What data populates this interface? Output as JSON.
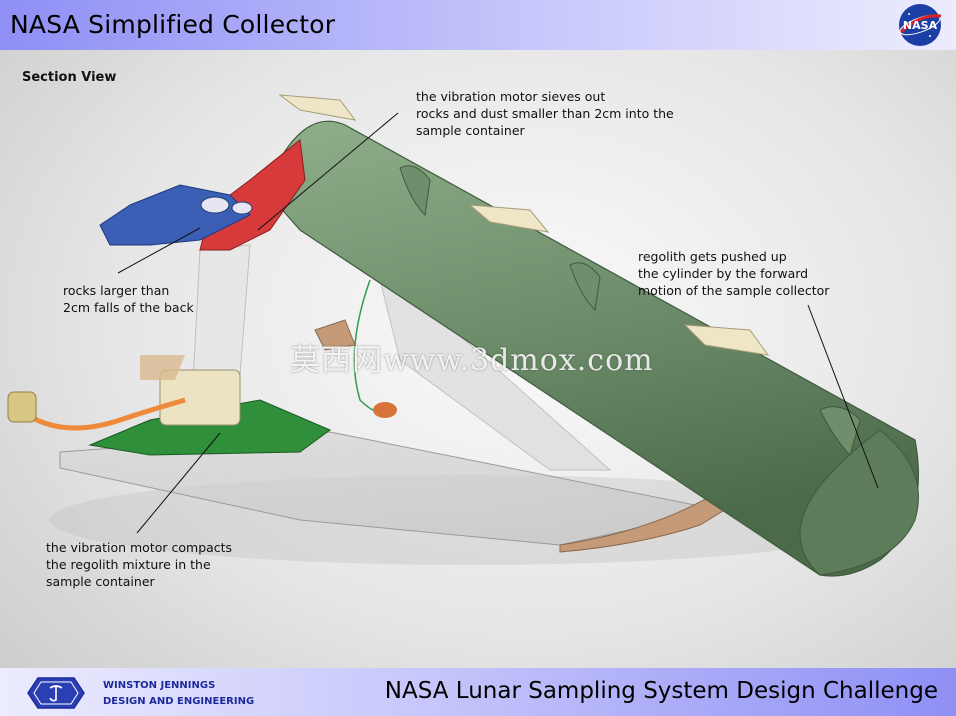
{
  "header": {
    "title": "NASA Simplified Collector",
    "logo_text": "NASA"
  },
  "section_label": "Section View",
  "annotations": {
    "sieve": [
      "the vibration motor sieves out",
      "rocks and dust smaller than 2cm into the",
      "sample container"
    ],
    "regolith": [
      "regolith gets pushed up",
      "the cylinder by the forward",
      "motion of the sample collector"
    ],
    "rocks": [
      "rocks larger than",
      "2cm falls of the back"
    ],
    "compact": [
      "the vibration motor compacts",
      "the regolith mixture in the",
      "sample container"
    ]
  },
  "watermark": "莫西网www.3dmox.com",
  "footer": {
    "company_line1": "WINSTON JENNINGS",
    "company_line2": "DESIGN AND ENGINEERING",
    "title": "NASA Lunar Sampling System Design Challenge"
  },
  "colors": {
    "header_accent": "#8f8ff5",
    "tube_green": "#6f8f6c",
    "mount_red": "#d63a3a",
    "bracket_blue": "#3a5fb5",
    "base_green": "#2f8f3a",
    "company_blue": "#1d2a9c"
  }
}
